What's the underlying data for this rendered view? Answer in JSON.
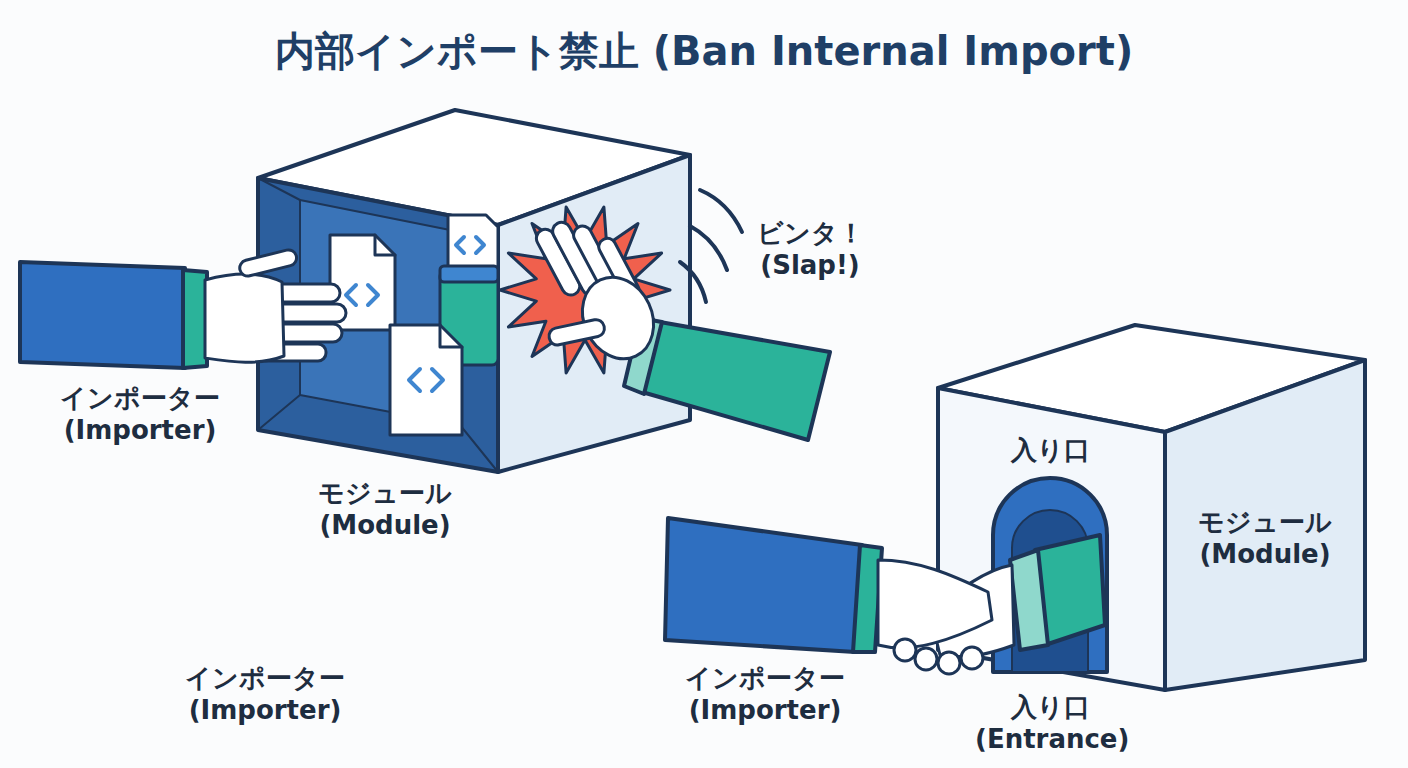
{
  "diagram": {
    "title": "内部インポート禁止 (Ban Internal Import)",
    "nodes": [
      {
        "text": [
          "モジュール (Module)"
        ]
      },
      {
        "text": [
          "モジュール (Module)"
        ]
      },
      {
        "text": [
          "入り口",
          "入り口 (Entrance)"
        ],
        "in": 1
      }
    ],
    "labels": [
      "ビンタ！ (Slap!)",
      "インポーター (Importer)",
      "インポーター (Importer)",
      "インポーター (Importer)"
    ]
  }
}
